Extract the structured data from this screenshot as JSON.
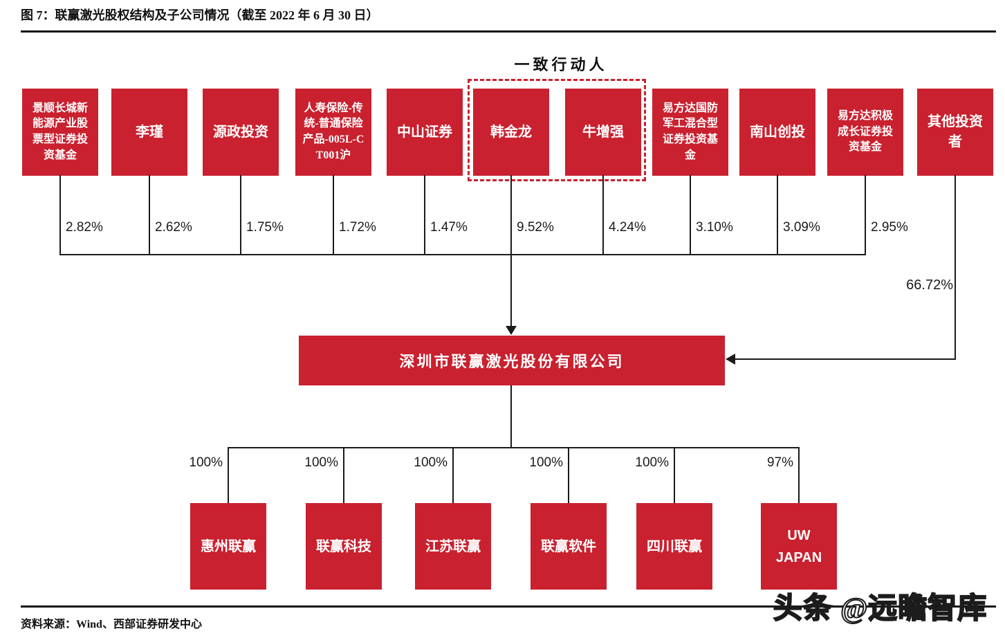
{
  "figure": {
    "title": "图 7：联赢激光股权结构及子公司情况（截至 2022 年 6 月 30 日）",
    "source": "资料来源：Wind、西部证券研发中心",
    "watermark": "头条 @远瞻智库",
    "acting_in_concert_label": "一致行动人"
  },
  "colors": {
    "box_red": "#c9212f",
    "line_black": "#1a1a1a",
    "text_white": "#ffffff"
  },
  "parent_company": {
    "name": "深圳市联赢激光股份有限公司"
  },
  "shareholders": [
    {
      "name": "景顺长城新能源产业股票型证券投资基金",
      "pct": "2.82%"
    },
    {
      "name": "李瑾",
      "pct": "2.62%"
    },
    {
      "name": "源政投资",
      "pct": "1.75%"
    },
    {
      "name": "人寿保险-传统-普通保险产品-005L-CT001沪",
      "pct": "1.72%"
    },
    {
      "name": "中山证券",
      "pct": "1.47%"
    },
    {
      "name": "韩金龙",
      "pct": "9.52%"
    },
    {
      "name": "牛增强",
      "pct": "4.24%"
    },
    {
      "name": "易方达国防军工混合型证券投资基金",
      "pct": "3.10%"
    },
    {
      "name": "南山创投",
      "pct": "3.09%"
    },
    {
      "name": "易方达积极成长证券投资基金",
      "pct": "2.95%"
    },
    {
      "name": "其他投资者",
      "pct": "66.72%"
    }
  ],
  "subsidiaries": [
    {
      "name": "惠州联赢",
      "pct": "100%"
    },
    {
      "name": "联赢科技",
      "pct": "100%"
    },
    {
      "name": "江苏联赢",
      "pct": "100%"
    },
    {
      "name": "联赢软件",
      "pct": "100%"
    },
    {
      "name": "四川联赢",
      "pct": "100%"
    },
    {
      "name": "UW JAPAN",
      "pct": "97%"
    }
  ]
}
